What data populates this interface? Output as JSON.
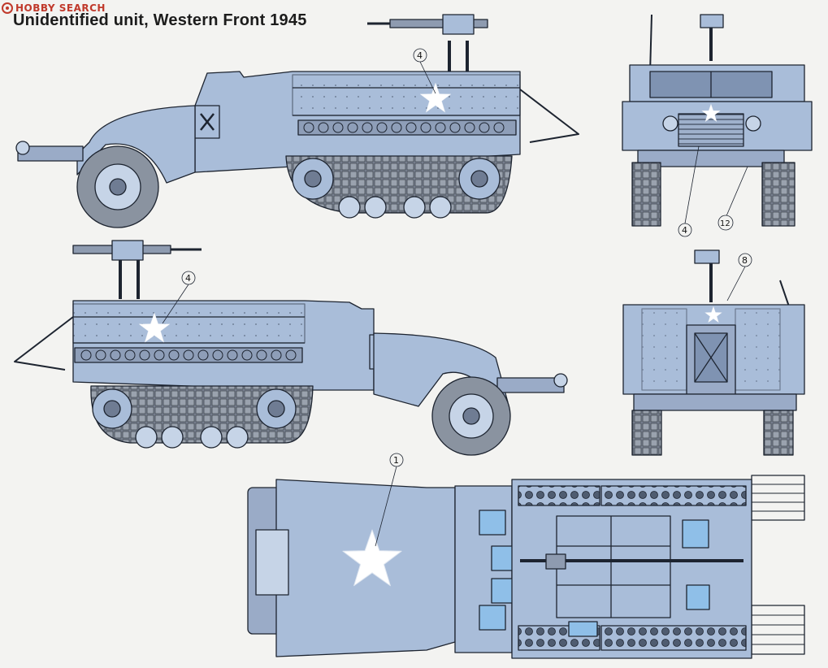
{
  "logo": {
    "text": "HOBBY SEARCH"
  },
  "title": "Unidentified unit, Western Front 1945",
  "colors": {
    "body": "#a9bdd9",
    "body_dark": "#7f93b2",
    "body_light": "#c6d4e7",
    "outline": "#1d2430",
    "tire": "#8a93a0",
    "track": "#6f7784",
    "star": "#ffffff",
    "glass": "#8fbfe8"
  },
  "callouts": {
    "side_left": [
      "4"
    ],
    "front": [
      "4",
      "12"
    ],
    "side_right": [
      "4"
    ],
    "rear": [
      "8"
    ],
    "top": [
      "1"
    ]
  }
}
